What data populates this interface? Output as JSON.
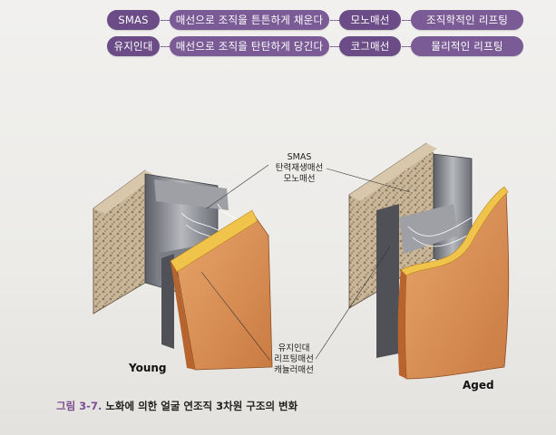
{
  "legend_rows": [
    {
      "layer": "SMAS",
      "layer_desc": "매선으로 조직을 튼튼하게 채운다",
      "thread": "모노매선",
      "effect": "조직학적인 리프팅"
    },
    {
      "layer": "유지인대",
      "layer_desc": "매선으로 조직을 탄탄하게 당긴다",
      "thread": "코그매선",
      "effect": "물리적인 리프팅"
    }
  ],
  "figure": {
    "label_top": [
      "SMAS",
      "탄력재생매선",
      "모노매선"
    ],
    "label_bottom": [
      "유지인대",
      "리프팅매선",
      "캐뉼러매선"
    ],
    "young": "Young",
    "aged": "Aged"
  },
  "caption": {
    "number": "그림 3-7.",
    "text": "노화에 의한 얼굴 연조직 3차원 구조의 변화"
  },
  "colors": {
    "pill_purple": "#6b4c86",
    "caption_accent": "#7a4e8f",
    "skin": "#d9935a",
    "fat": "#f0c34a",
    "bone": "#b9a48a",
    "smas_gray": "#8a8c92"
  }
}
